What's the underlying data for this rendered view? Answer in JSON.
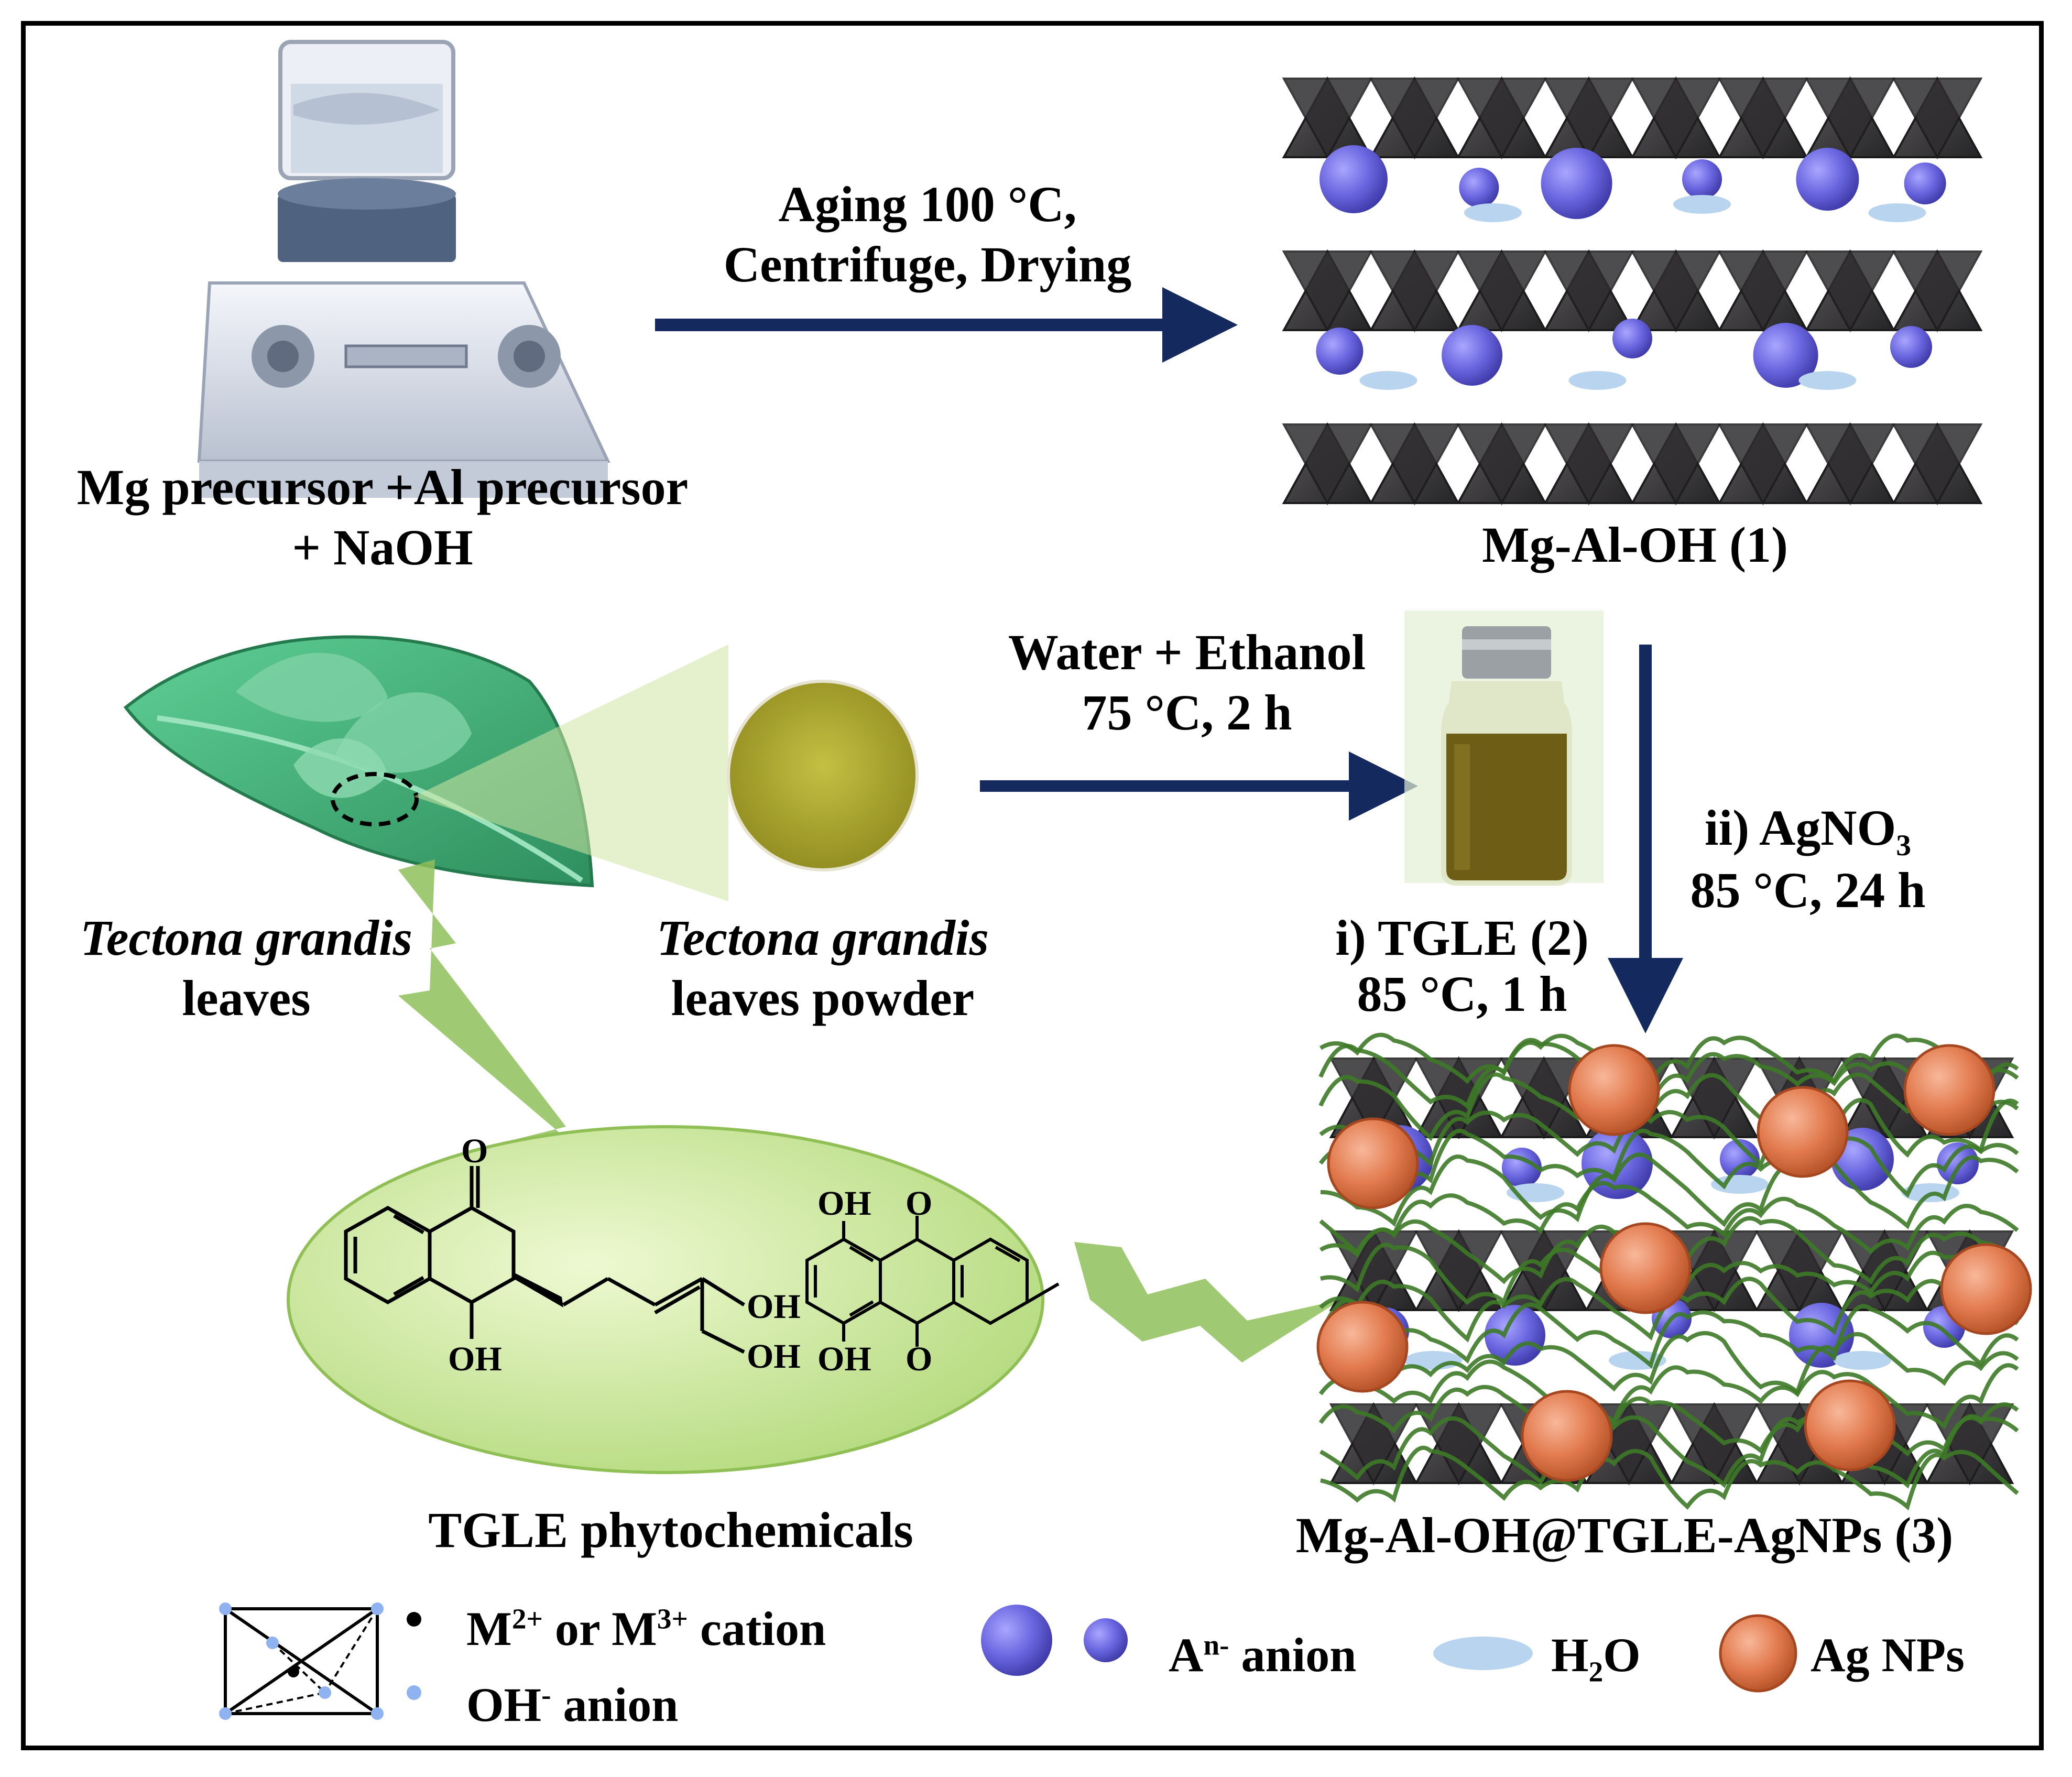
{
  "colors": {
    "arrow": "#14295e",
    "anion": "#6a66e0",
    "water": "#b9d4ef",
    "ag": "#e27a4e",
    "ldh": "#3e3c3e",
    "polymer": "#3d7a27",
    "leaf": "#4fbd86",
    "bubble": "#c7e78d",
    "powder": "#a7a32c",
    "vial": "#6e5e15"
  },
  "step1": {
    "reagents_line1": "Mg precursor +Al precursor",
    "reagents_line2": "+ NaOH",
    "arrow_line1": "Aging 100 °C,",
    "arrow_line2": "Centrifuge, Drying",
    "product": "Mg-Al-OH (1)"
  },
  "step2": {
    "leaves_italic": "Tectona grandis",
    "leaves_suffix": "leaves",
    "powder_italic": "Tectona grandis",
    "powder_suffix": "leaves powder",
    "arrow_line1": "Water + Ethanol",
    "arrow_line2": "75 °C, 2 h",
    "phytochemicals": "TGLE phytochemicals"
  },
  "step3": {
    "cond_i_line1": "i) TGLE (2)",
    "cond_i_line2": "85 °C, 1 h",
    "cond_ii_prefix": "ii) AgNO",
    "cond_ii_sub": "3",
    "cond_ii_line2": "85 °C, 24 h",
    "product": "Mg-Al-OH@TGLE-AgNPs (3)"
  },
  "molecules": {
    "m1_O": "O",
    "m1_OH1": "OH",
    "m1_OH2": "OH",
    "m1_OH3": "OH",
    "m2_OH1": "OH",
    "m2_O1": "O",
    "m2_OH2": "OH",
    "m2_O2": "O"
  },
  "legend": {
    "cation_prefix": "M",
    "cation_sup1": "2+",
    "cation_mid": " or M",
    "cation_sup2": "3+",
    "cation_suffix": " cation",
    "oh_prefix": "OH",
    "oh_sup": "-",
    "oh_suffix": " anion",
    "anion_prefix": "A",
    "anion_sup": "n-",
    "anion_suffix": " anion",
    "water_prefix": "H",
    "water_sub": "2",
    "water_suffix": "O",
    "ag": "Ag NPs"
  }
}
